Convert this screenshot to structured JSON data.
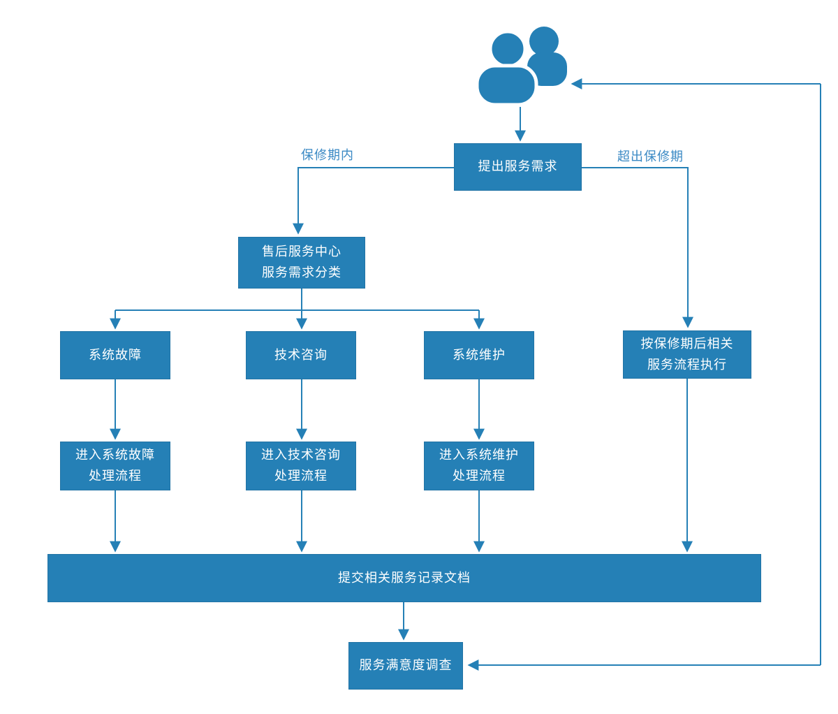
{
  "colors": {
    "background": "#ffffff",
    "node_fill": "#2580b6",
    "node_border": "#2173a5",
    "node_text": "#ffffff",
    "line": "#2580b6",
    "label_text": "#3a89c4"
  },
  "icon": {
    "name": "customers",
    "glyph": "two-person-silhouette"
  },
  "nodes": {
    "request": {
      "label": "提出服务需求"
    },
    "service_center": {
      "lines": [
        "售后服务中心",
        "服务需求分类"
      ]
    },
    "system_fault": {
      "label": "系统故障"
    },
    "tech_consult": {
      "label": "技术咨询"
    },
    "system_maintain": {
      "label": "系统维护"
    },
    "after_warranty": {
      "lines": [
        "按保修期后相关",
        "服务流程执行"
      ]
    },
    "enter_fault": {
      "lines": [
        "进入系统故障",
        "处理流程"
      ]
    },
    "enter_consult": {
      "lines": [
        "进入技术咨询",
        "处理流程"
      ]
    },
    "enter_maintain": {
      "lines": [
        "进入系统维护",
        "处理流程"
      ]
    },
    "submit_record": {
      "label": "提交相关服务记录文档"
    },
    "satisfaction": {
      "label": "服务满意度调查"
    }
  },
  "edge_labels": {
    "in_warranty": "保修期内",
    "out_of_warranty": "超出保修期"
  }
}
